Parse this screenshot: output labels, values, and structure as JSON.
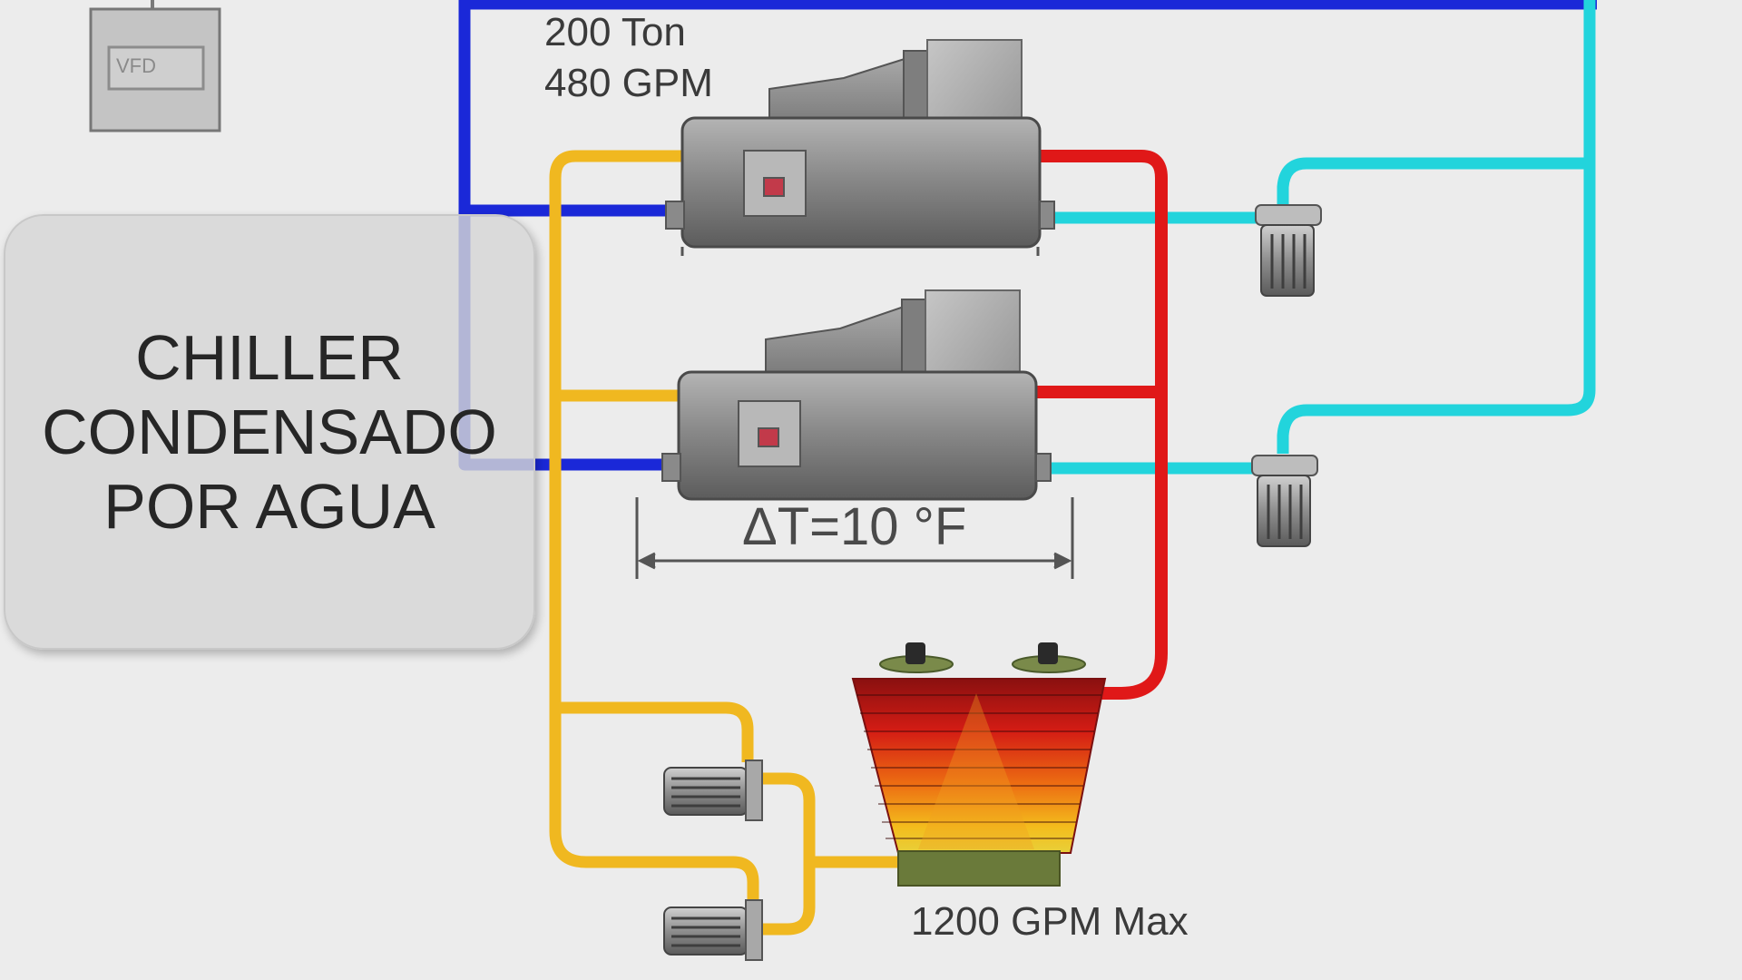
{
  "chiller_label": {
    "capacity": "200 Ton",
    "flow": "480 GPM"
  },
  "delta_t": "ΔT=10 °F",
  "tower_label": "1200 GPM Max",
  "vfd_label": "VFD",
  "callout": {
    "line1": "CHILLER",
    "line2": "CONDENSADO",
    "line3": "POR AGUA"
  },
  "colors": {
    "chilled_supply": "#1a28d8",
    "chilled_return": "#22d4dc",
    "condenser_hot": "#e01818",
    "condenser_cold": "#f0b820",
    "equipment_gray": "#8c8c8c"
  }
}
